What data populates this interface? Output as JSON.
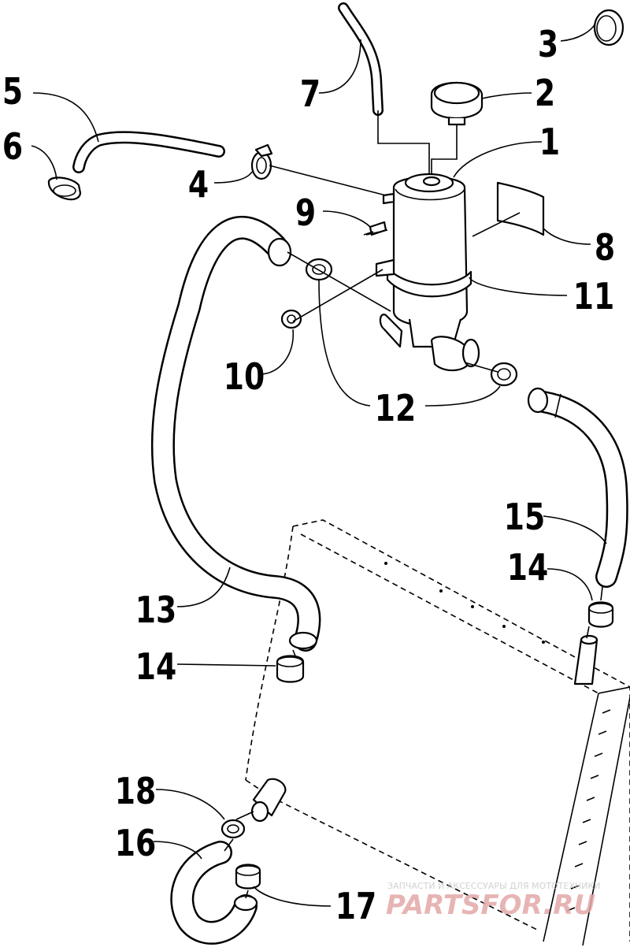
{
  "callouts": [
    "1",
    "2",
    "3",
    "4",
    "5",
    "6",
    "7",
    "8",
    "9",
    "10",
    "11",
    "12",
    "13",
    "14",
    "14",
    "15",
    "16",
    "17",
    "18"
  ],
  "watermark": {
    "tagline": "ЗАПЧАСТИ И АКСЕССУАРЫ ДЛЯ МОТОТЕХНИКИ",
    "logo": "PARTSFOR.RU"
  }
}
